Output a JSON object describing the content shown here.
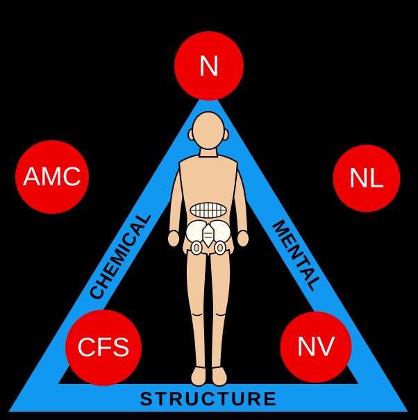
{
  "diagram": {
    "background_color": "#000000",
    "triangle_color": "#1199f2",
    "node_color": "#ee0000",
    "node_text_color": "#ffffff",
    "side_label_color": "#000000",
    "figure": "human-body-back-view-with-pelvis",
    "side_labels": {
      "left": "CHEMICAL",
      "right": "MENTAL",
      "bottom": "STRUCTURE"
    },
    "nodes": [
      {
        "id": "n",
        "label": "N",
        "position": "top-apex"
      },
      {
        "id": "amc",
        "label": "AMC",
        "position": "outside-left"
      },
      {
        "id": "nl",
        "label": "NL",
        "position": "outside-right"
      },
      {
        "id": "cfs",
        "label": "CFS",
        "position": "bottom-left-side"
      },
      {
        "id": "nv",
        "label": "NV",
        "position": "bottom-right-side"
      }
    ]
  }
}
